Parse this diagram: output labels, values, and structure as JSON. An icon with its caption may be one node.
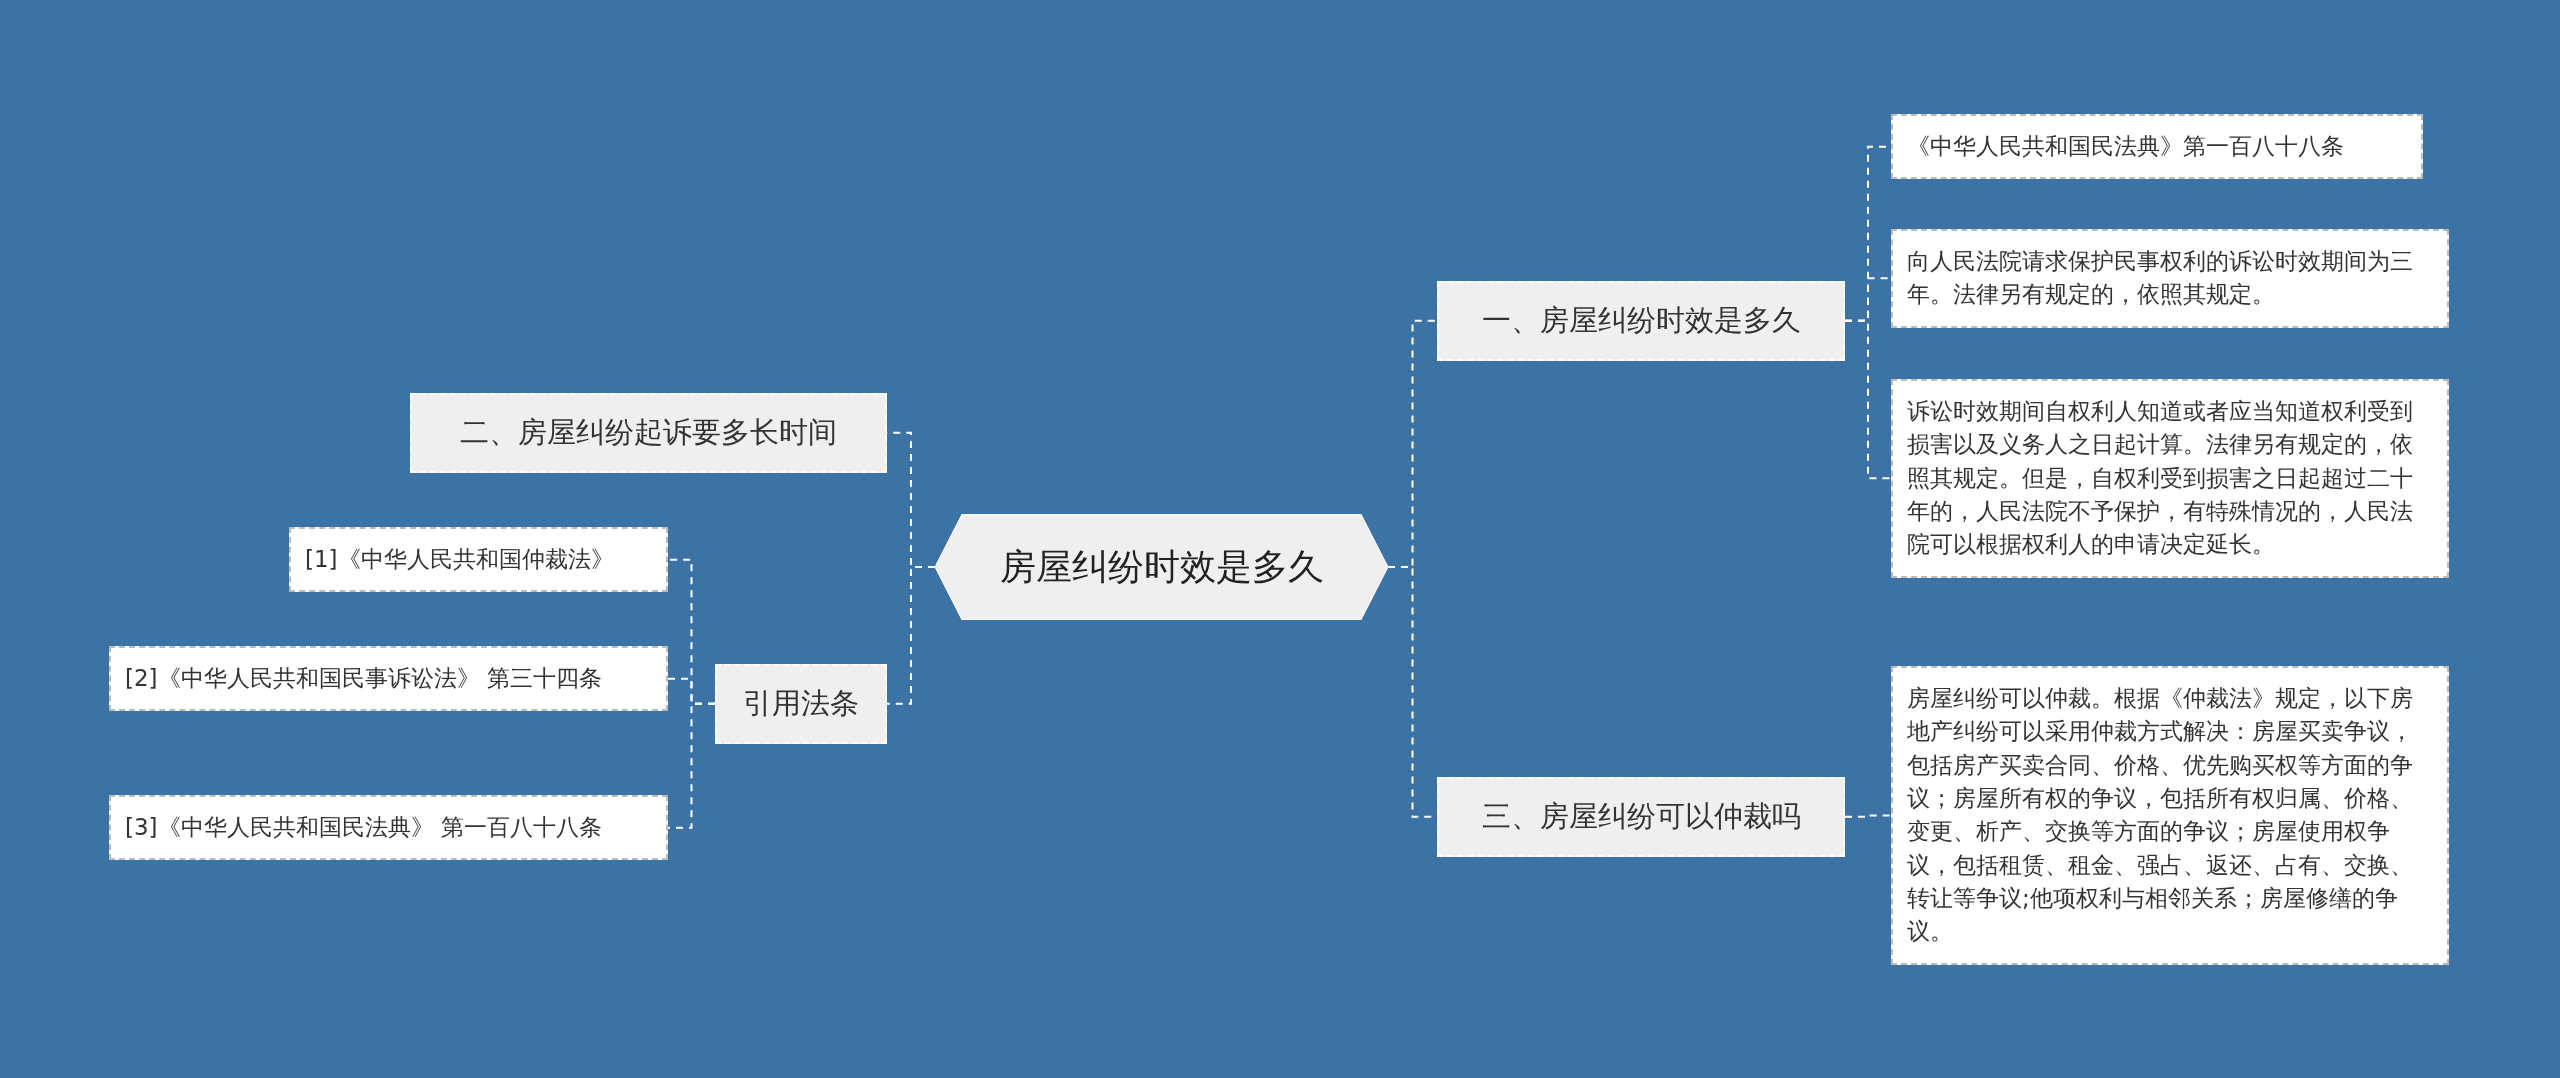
{
  "diagram": {
    "nodes": [
      {
        "text": [
          "房屋纠纷时效是多久"
        ]
      },
      {
        "text": [
          "一、房屋纠纷时效是多久"
        ]
      },
      {
        "text": [
          "《中华人民共和国民法典》第一百八十八条"
        ]
      },
      {
        "text": [
          "向人民法院请求保护民事权利的诉讼时效期间为三年。法律另有规定的，依照其规定。"
        ]
      },
      {
        "text": [
          "诉讼时效期间自权利人知道或者应当知道权利受到损害以及义务人之日起计算。法律另有规定的，依照其规定。但是，自权利受到损害之日起超过二十年的，人民法院不予保护，有特殊情况的，人民法院可以根据权利人的申请决定延长。"
        ]
      },
      {
        "text": [
          "二、房屋纠纷起诉要多长时间"
        ]
      },
      {
        "text": [
          "引用法条"
        ]
      },
      {
        "text": [
          "[1]《中华人民共和国仲裁法》"
        ]
      },
      {
        "text": [
          "[2]《中华人民共和国民事诉讼法》 第三十四条"
        ]
      },
      {
        "text": [
          "[3]《中华人民共和国民法典》 第一百八十八条"
        ]
      },
      {
        "text": [
          "三、房屋纠纷可以仲裁吗"
        ]
      },
      {
        "text": [
          "房屋纠纷可以仲裁。根据《仲裁法》规定，以下房地产纠纷可以采用仲裁方式解决：房屋买卖争议，包括房产买卖合同、价格、优先购买权等方面的争议；房屋所有权的争议，包括所有权归属、价格、变更、析产、交换等方面的争议；房屋使用权争议，包括租赁、租金、强占、返还、占有、交换、转让等争议;他项权利与相邻关系；房屋修缮的争议。"
        ]
      }
    ],
    "edges": [
      {
        "from": 0,
        "to": 1,
        "arrow": "none",
        "style": "dashed"
      },
      {
        "from": 1,
        "to": 2,
        "arrow": "none",
        "style": "dashed"
      },
      {
        "from": 1,
        "to": 3,
        "arrow": "none",
        "style": "dashed"
      },
      {
        "from": 1,
        "to": 4,
        "arrow": "none",
        "style": "dashed"
      },
      {
        "from": 0,
        "to": 5,
        "arrow": "none",
        "style": "dashed"
      },
      {
        "from": 0,
        "to": 6,
        "arrow": "none",
        "style": "dashed"
      },
      {
        "from": 6,
        "to": 7,
        "arrow": "none",
        "style": "dashed"
      },
      {
        "from": 6,
        "to": 8,
        "arrow": "none",
        "style": "dashed"
      },
      {
        "from": 6,
        "to": 9,
        "arrow": "none",
        "style": "dashed"
      },
      {
        "from": 0,
        "to": 10,
        "arrow": "none",
        "style": "dashed"
      },
      {
        "from": 10,
        "to": 11,
        "arrow": "none",
        "style": "dashed"
      }
    ]
  }
}
